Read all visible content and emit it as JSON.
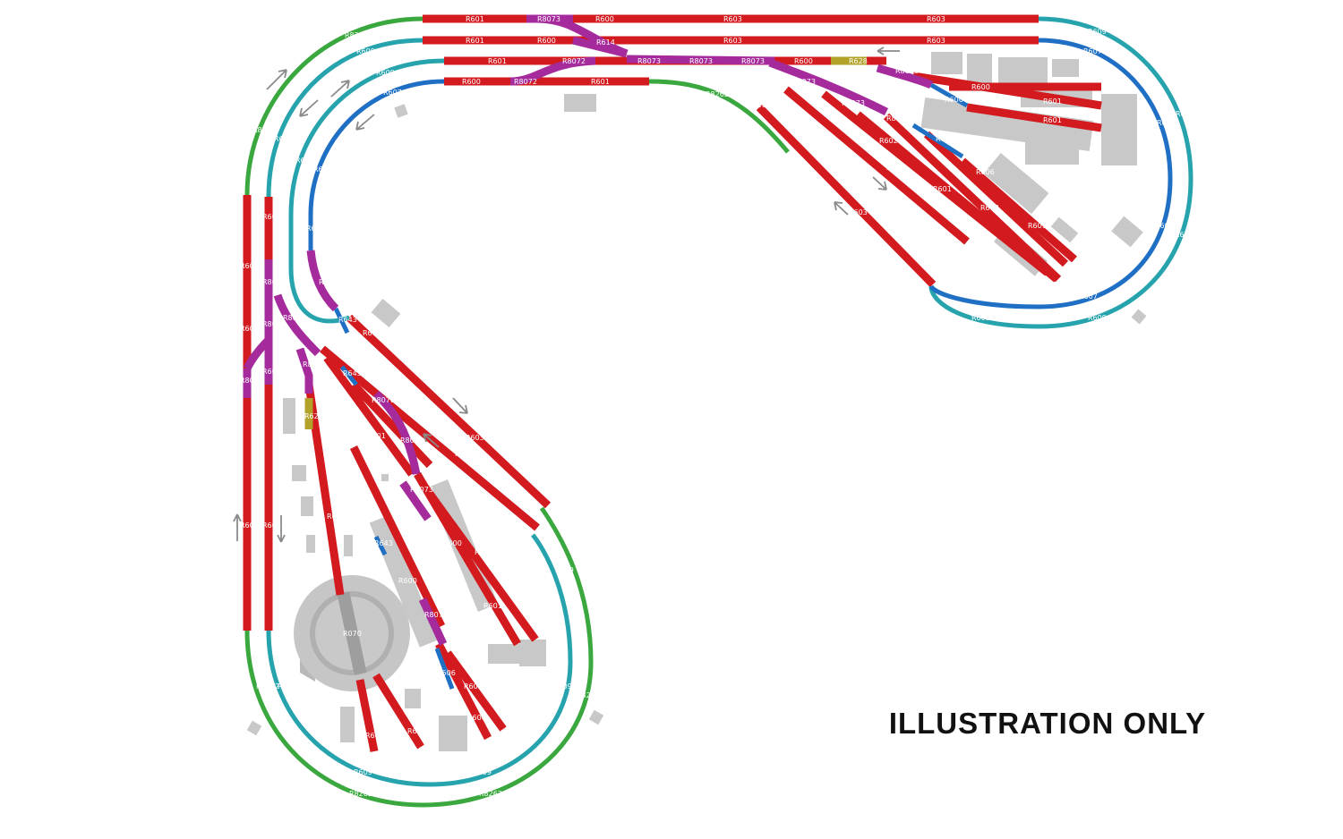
{
  "note": "ILLUSTRATION ONLY",
  "colors": {
    "straight": "#d21a1f",
    "point": "#a52a9c",
    "curve_outer": "#3aa83f",
    "curve_teal": "#27a3ad",
    "curve_blue": "#1f6fc4",
    "isolator": "#b3a229",
    "building": "#c8c8c8",
    "arrow": "#8a8a8a"
  },
  "labels": {
    "r601": "R601",
    "r600": "R600",
    "r603": "R603",
    "r8073": "R8073",
    "r8072": "R8072",
    "r614": "R614",
    "r607": "R607",
    "r609": "R609",
    "r8262": "R8262",
    "r8261": "R8261",
    "r628": "R628",
    "r606": "R606",
    "r643": "R643",
    "r8074": "R8074",
    "r8076": "R8076",
    "r8077": "R8077",
    "r070": "R070",
    "r602": "R602",
    "r605": "R605"
  }
}
